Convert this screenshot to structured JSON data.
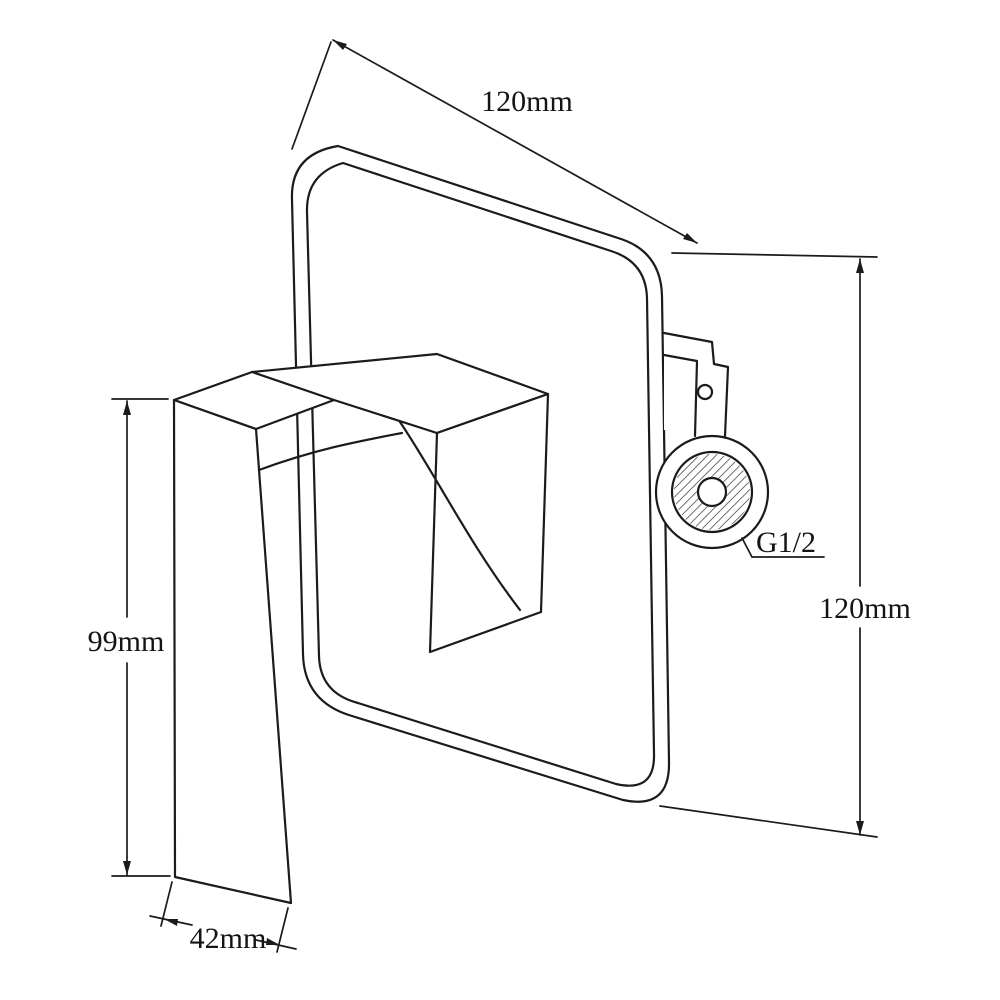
{
  "diagram": {
    "labels": {
      "dim_top": "120mm",
      "dim_right": "120mm",
      "dim_left": "99mm",
      "dim_bottom": "42mm",
      "thread": "G1/2"
    },
    "colors": {
      "line": "#1b1b1b",
      "background": "#ffffff"
    }
  }
}
